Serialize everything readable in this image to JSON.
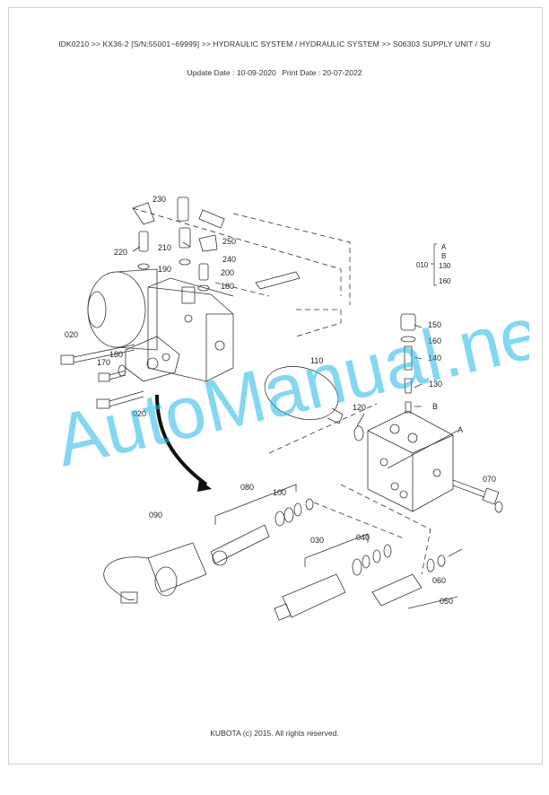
{
  "header": {
    "breadcrumb": "IDK0210 >> KX36-2 [S/N;55001~69999] >> HYDRAULIC SYSTEM / HYDRAULIC SYSTEM >> S06303   SUPPLY UNIT / SU",
    "update_label": "Update Date : 10-09-2020",
    "print_label": "Print Date : 20-07-2022"
  },
  "watermark": {
    "text": "AutoManual.net",
    "color": "#1fb6e6"
  },
  "diagram": {
    "callouts": {
      "c230": "230",
      "c220": "220",
      "c210": "210",
      "c250": "250",
      "c240": "240",
      "c190": "190",
      "c200": "200",
      "c180a": "180",
      "c020a": "020",
      "c170": "170",
      "c180b": "180",
      "c020b": "020",
      "c110": "110",
      "c150": "150",
      "c160": "160",
      "c140": "140",
      "c130": "130",
      "cB": "B",
      "c120": "120",
      "cA": "A",
      "c070": "070",
      "c080": "080",
      "c100": "100",
      "c090": "090",
      "c030": "030",
      "c040": "040",
      "c060": "060",
      "c050": "050"
    },
    "legend": {
      "root": "010",
      "items": [
        "A",
        "B",
        "130",
        "160"
      ]
    }
  },
  "footer": {
    "copyright": "KUBOTA (c) 2015. All rights reserved."
  }
}
